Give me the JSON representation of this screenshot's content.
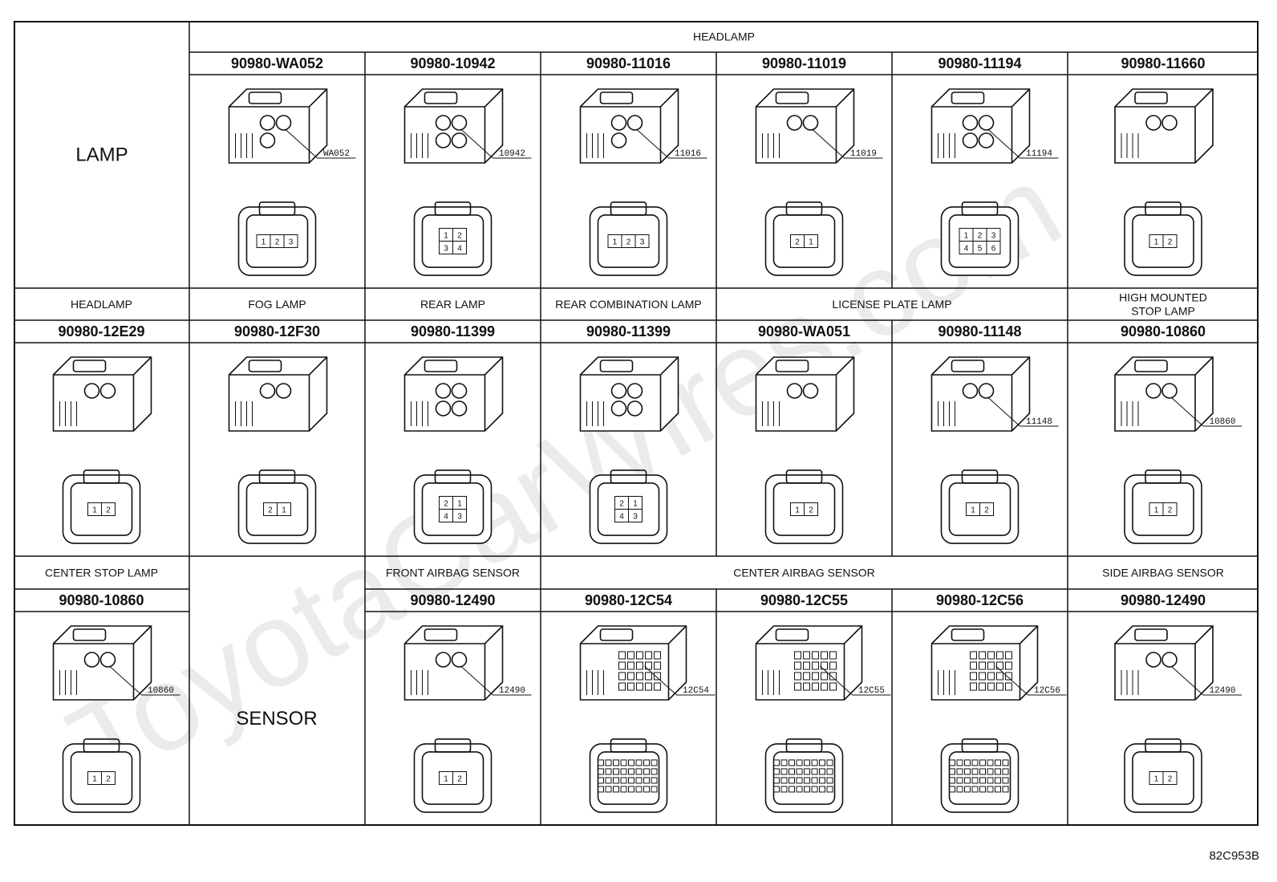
{
  "figure_id": "82C953B",
  "watermark": "ToyotaCarWires.com",
  "rows": [
    {
      "left_label": "LAMP",
      "groups": [
        {
          "title": "HEADLAMP",
          "span": [
            1,
            6
          ]
        }
      ],
      "cells": [
        {
          "col": 1,
          "part": "90980-WA052",
          "callout": "WA052",
          "pins": [
            "1",
            "2",
            "3"
          ]
        },
        {
          "col": 2,
          "part": "90980-10942",
          "callout": "10942",
          "pins": [
            "1",
            "2",
            "3",
            "4"
          ]
        },
        {
          "col": 3,
          "part": "90980-11016",
          "callout": "11016",
          "pins": [
            "1",
            "2",
            "3"
          ]
        },
        {
          "col": 4,
          "part": "90980-11019",
          "callout": "11019",
          "pins": [
            "2",
            "1"
          ]
        },
        {
          "col": 5,
          "part": "90980-11194",
          "callout": "11194",
          "pins": [
            "1",
            "2",
            "3",
            "4",
            "5",
            "6"
          ]
        },
        {
          "col": 6,
          "part": "90980-11660",
          "callout": "",
          "pins": [
            "1",
            "2"
          ]
        }
      ]
    },
    {
      "groups": [
        {
          "title": "HEADLAMP",
          "span": [
            0,
            0
          ]
        },
        {
          "title": "FOG LAMP",
          "span": [
            1,
            1
          ]
        },
        {
          "title": "REAR LAMP",
          "span": [
            2,
            2
          ]
        },
        {
          "title": "REAR COMBINATION LAMP",
          "span": [
            3,
            3
          ]
        },
        {
          "title": "LICENSE PLATE LAMP",
          "span": [
            4,
            5
          ]
        },
        {
          "title": "HIGH MOUNTED\nSTOP LAMP",
          "span": [
            6,
            6
          ]
        }
      ],
      "cells": [
        {
          "col": 0,
          "part": "90980-12E29",
          "callout": "",
          "pins": [
            "1",
            "2"
          ]
        },
        {
          "col": 1,
          "part": "90980-12F30",
          "callout": "",
          "pins": [
            "2",
            "1"
          ]
        },
        {
          "col": 2,
          "part": "90980-11399",
          "callout": "",
          "pins": [
            "2",
            "1",
            "4",
            "3"
          ]
        },
        {
          "col": 3,
          "part": "90980-11399",
          "callout": "",
          "pins": [
            "2",
            "1",
            "4",
            "3"
          ]
        },
        {
          "col": 4,
          "part": "90980-WA051",
          "callout": "",
          "pins": [
            "1",
            "2"
          ]
        },
        {
          "col": 5,
          "part": "90980-11148",
          "callout": "11148",
          "pins": [
            "1",
            "2"
          ]
        },
        {
          "col": 6,
          "part": "90980-10860",
          "callout": "10860",
          "pins": [
            "1",
            "2"
          ]
        }
      ]
    },
    {
      "left_label": "SENSOR",
      "groups": [
        {
          "title": "CENTER STOP LAMP",
          "span": [
            0,
            0
          ]
        },
        {
          "title": "FRONT AIRBAG SENSOR",
          "span": [
            2,
            2
          ]
        },
        {
          "title": "CENTER AIRBAG SENSOR",
          "span": [
            3,
            5
          ]
        },
        {
          "title": "SIDE AIRBAG SENSOR",
          "span": [
            6,
            6
          ]
        }
      ],
      "cells": [
        {
          "col": 0,
          "part": "90980-10860",
          "callout": "10860",
          "pins": [
            "1",
            "2"
          ]
        },
        {
          "col": 2,
          "part": "90980-12490",
          "callout": "12490",
          "pins": [
            "1",
            "2"
          ]
        },
        {
          "col": 3,
          "part": "90980-12C54",
          "callout": "12C54",
          "pins": []
        },
        {
          "col": 4,
          "part": "90980-12C55",
          "callout": "12C55",
          "pins": []
        },
        {
          "col": 5,
          "part": "90980-12C56",
          "callout": "12C56",
          "pins": []
        },
        {
          "col": 6,
          "part": "90980-12490",
          "callout": "12490",
          "pins": [
            "1",
            "2"
          ]
        }
      ]
    }
  ]
}
